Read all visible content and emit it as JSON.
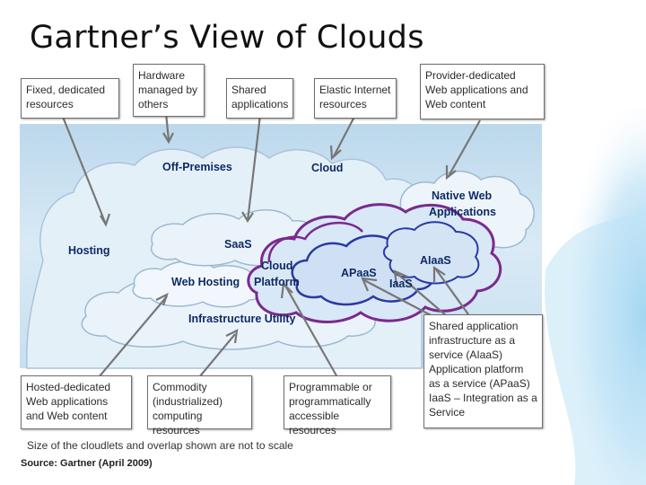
{
  "slide": {
    "title": "Gartner’s View of Clouds"
  },
  "callouts": {
    "fixed_dedicated": "Fixed, dedicated resources",
    "hardware_managed": "Hardware managed by others",
    "shared_applications": "Shared applications",
    "elastic_internet": "Elastic Internet resources",
    "provider_dedicated": "Provider-dedicated Web applications and Web content",
    "hosted_dedicated": "Hosted-dedicated Web applications and Web content",
    "commodity": "Commodity (industrialized) computing resources",
    "programmable": "Programmable or programmatically accessible resources",
    "shared_infra": "Shared application infrastructure as a service (AIaaS) Application platform as a service (APaaS) IaaS – Integration as a Service"
  },
  "cloud_labels": {
    "off_premises": "Off-Premises",
    "cloud": "Cloud",
    "native_web_line1": "Native Web",
    "native_web_line2": "Applications",
    "hosting": "Hosting",
    "saas": "SaaS",
    "cloud_platform_line1": "Cloud",
    "cloud_platform_line2": "Platform",
    "apaas": "APaaS",
    "aiaas": "AIaaS",
    "iaas": "IaaS",
    "web_hosting": "Web Hosting",
    "infrastructure_utility": "Infrastructure Utility"
  },
  "footer": {
    "scale_note": "Size of the cloudlets and overlap shown are not to scale",
    "source": "Source: Gartner (April 2009)"
  },
  "colors": {
    "panel_sky": "#cfe4f2",
    "cloud_fill": "#e9f3fa",
    "cloud_stroke": "#9cb9d2",
    "purple": "#7a2a8e",
    "blue_outline": "#2b3aa0",
    "label_text": "#0f2a66"
  }
}
